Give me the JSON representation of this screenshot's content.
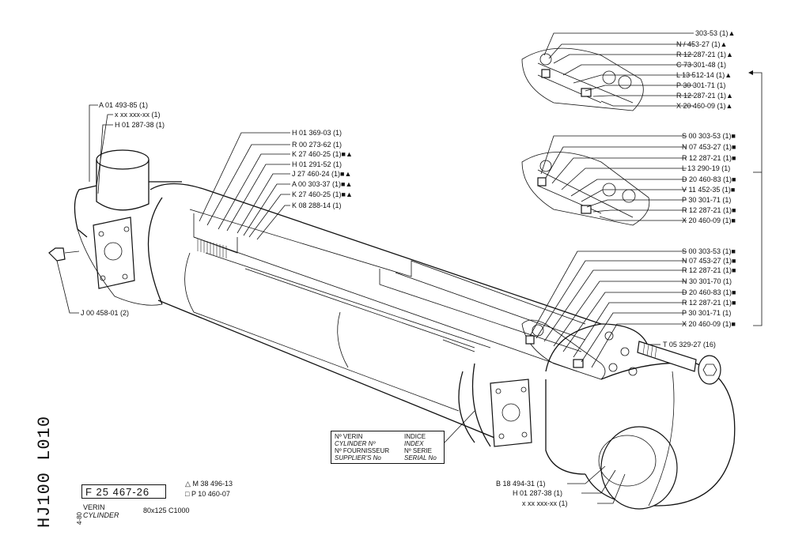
{
  "sheet": {
    "code": "HJ100 L010",
    "date": "4-80",
    "reference": "F 25 467-26",
    "modifications": [
      {
        "symbol": "△",
        "text": "M 38 496-13"
      },
      {
        "symbol": "□",
        "text": "P 10 460-07"
      }
    ],
    "title_fr": "VERIN",
    "title_en": "CYLINDER",
    "spec": "80x125   C1000"
  },
  "info_box": {
    "verin_fr": "Nº VERIN",
    "verin_en": "CYLINDER Nº",
    "fournisseur_fr": "Nº FOURNISSEUR",
    "fournisseur_en": "SUPPLIER'S No",
    "indice_fr": "INDICE",
    "indice_en": "INDEX",
    "serie_fr": "Nº SERIE",
    "serie_en": "SERIAL No"
  },
  "labels": {
    "top_left": [
      "A 01 493-85 (1)",
      "x xx xxx-xx (1)",
      "H 01 287-38 (1)"
    ],
    "fitting": "J 00 458-01 (2)",
    "piston": [
      "H 01 369-03 (1)",
      "R 00 273-62 (1)",
      "K 27 460-25 (1)■▲",
      "H 01 291-52 (1)",
      "J 27 460-24 (1)■▲",
      "A 00 303-37 (1)■▲",
      "K 27 460-25 (1)■▲",
      "K 08 288-14 (1)"
    ],
    "seal_set_1": [
      "303-53 (1)▲",
      "N / 453-27 (1)▲",
      "R 12 287-21 (1)▲",
      "C 73 301-48 (1)",
      "L 13 512-14 (1)▲",
      "P 30 301-71 (1)",
      "R 12 287-21 (1)▲",
      "X 20 460-09 (1)▲"
    ],
    "seal_set_2": [
      "S 00 303-53 (1)■",
      "N 07 453-27 (1)■",
      "R 12 287-21 (1)■",
      "L 13 290-19 (1)",
      "D 20 460-83 (1)■",
      "V 11 452-35 (1)■",
      "P 30 301-71 (1)",
      "R 12 287-21 (1)■",
      "X 20 460-09 (1)■"
    ],
    "seal_set_3": [
      "S 00 303-53 (1)■",
      "N 07 453-27 (1)■",
      "R 12 287-21 (1)■",
      "N 30 301-70 (1)",
      "D 20 460-83 (1)■",
      "R 12 287-21 (1)■",
      "P 30 301-71 (1)",
      "X 20 460-09 (1)■"
    ],
    "screw": "T 05 329-27 (16)",
    "bottom_right": [
      "B 18 494-31 (1)",
      "H 01 287-38 (1)",
      "x xx xxx-xx (1)"
    ]
  }
}
